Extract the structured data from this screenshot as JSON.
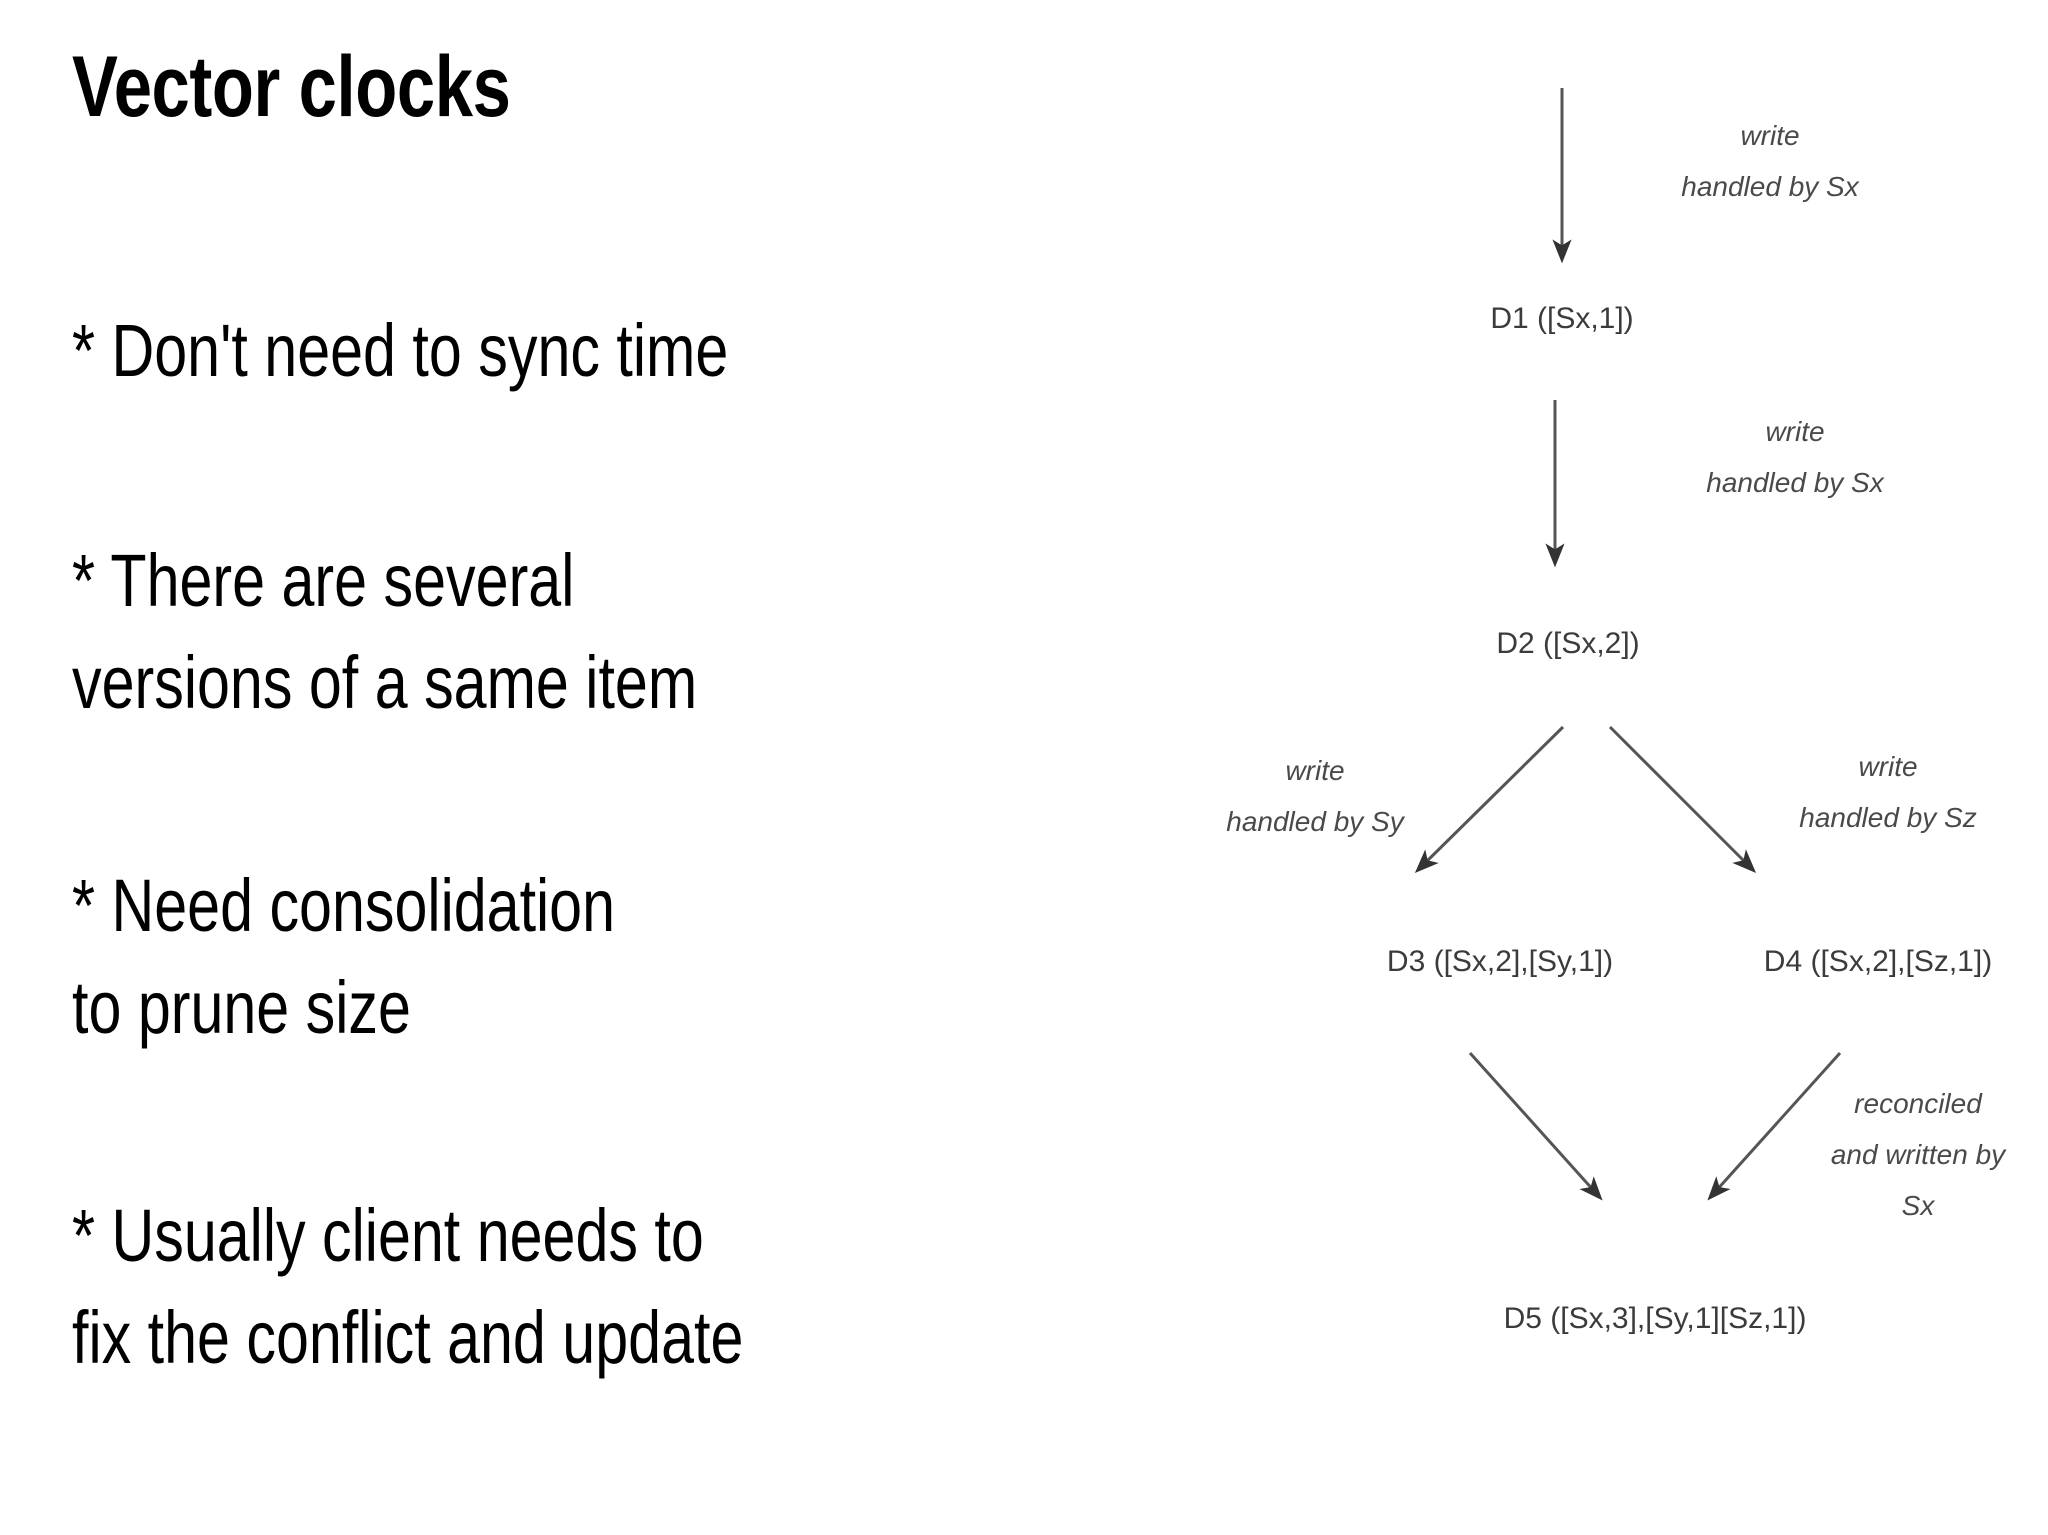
{
  "slide": {
    "title": "Vector clocks",
    "background_color": "#ffffff",
    "text_color": "#000000"
  },
  "bullets": [
    {
      "marker": "*",
      "text": "* Don't need to sync time"
    },
    {
      "marker": "*",
      "text": "* There are several\nversions of a same item"
    },
    {
      "marker": "*",
      "text": "* Need consolidation\nto prune size"
    },
    {
      "marker": "*",
      "text": "* Usually client needs to\nfix the conflict and update"
    }
  ],
  "diagram": {
    "title": "",
    "line_color": "#555555",
    "label_color": "#3b3b3b",
    "nodes": [
      {
        "id": "D1",
        "label": "D1 ([Sx,1])"
      },
      {
        "id": "D2",
        "label": "D2 ([Sx,2])"
      },
      {
        "id": "D3",
        "label": "D3 ([Sx,2],[Sy,1])"
      },
      {
        "id": "D4",
        "label": "D4 ([Sx,2],[Sz,1])"
      },
      {
        "id": "D5",
        "label": "D5 ([Sx,3],[Sy,1][Sz,1])"
      }
    ],
    "edge_labels": [
      {
        "id": "e1",
        "line1": "write",
        "line2": "handled by Sx",
        "line3": ""
      },
      {
        "id": "e2",
        "line1": "write",
        "line2": "handled by Sx",
        "line3": ""
      },
      {
        "id": "e3",
        "line1": "write",
        "line2": "handled by Sy",
        "line3": ""
      },
      {
        "id": "e4",
        "line1": "write",
        "line2": "handled by Sz",
        "line3": ""
      },
      {
        "id": "e5",
        "line1": "reconciled",
        "line2": "and written by",
        "line3": "Sx"
      }
    ]
  }
}
